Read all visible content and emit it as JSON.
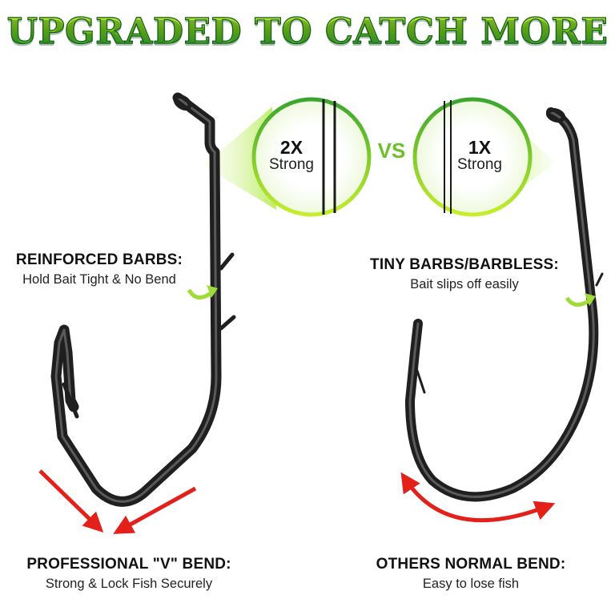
{
  "headline": "UPGRADED TO CATCH MORE",
  "comparison": {
    "left_strength": {
      "value": "2X",
      "label": "Strong"
    },
    "vs": "VS",
    "right_strength": {
      "value": "1X",
      "label": "Strong"
    }
  },
  "left_hook": {
    "barbs_title": "REINFORCED BARBS:",
    "barbs_desc": "Hold Bait Tight & No Bend",
    "bend_title": "PROFESSIONAL \"V\" BEND:",
    "bend_desc": "Strong & Lock Fish Securely"
  },
  "right_hook": {
    "barbs_title": "TINY BARBS/BARBLESS:",
    "barbs_desc": "Bait slips off easily",
    "bend_title": "OTHERS NORMAL BEND:",
    "bend_desc": "Easy to lose fish"
  },
  "colors": {
    "headline_green": "#5cbf23",
    "callout_green": "#9fdc3a",
    "arrow_red": "#e3211a",
    "hook_black": "#1e1e1e"
  }
}
